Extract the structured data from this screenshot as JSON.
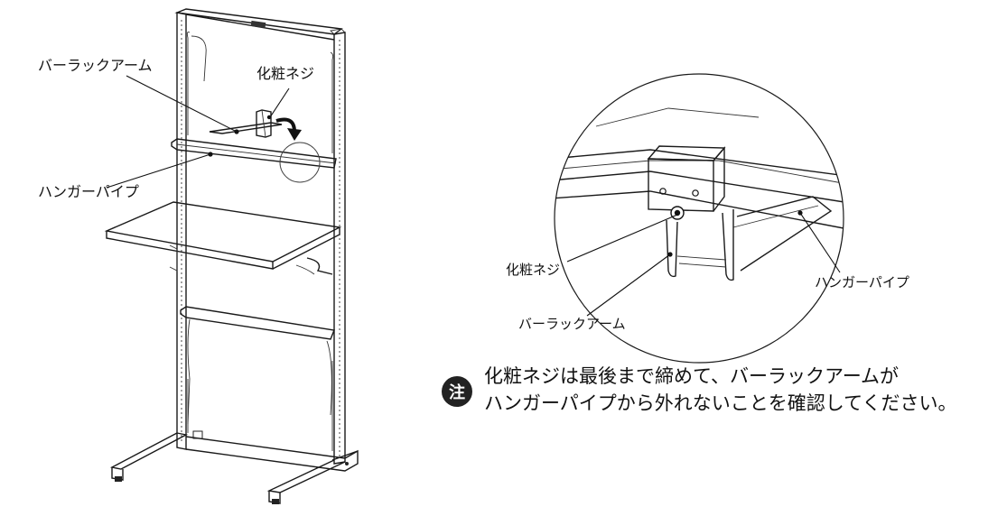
{
  "labels": {
    "bar_rack_arm": "バーラックアーム",
    "cosmetic_screw": "化粧ネジ",
    "hanger_pipe": "ハンガーパイプ"
  },
  "detail_labels": {
    "cosmetic_screw": "化粧ネジ",
    "bar_rack_arm": "バーラックアーム",
    "hanger_pipe": "ハンガーパイプ"
  },
  "note": {
    "badge": "注",
    "line1": "化粧ネジは最後まで締めて、バーラックアームが",
    "line2": "ハンガーパイプから外れないことを確認してください。"
  },
  "colors": {
    "ink": "#111111",
    "badge_bg": "#222222",
    "badge_fg": "#ffffff"
  }
}
